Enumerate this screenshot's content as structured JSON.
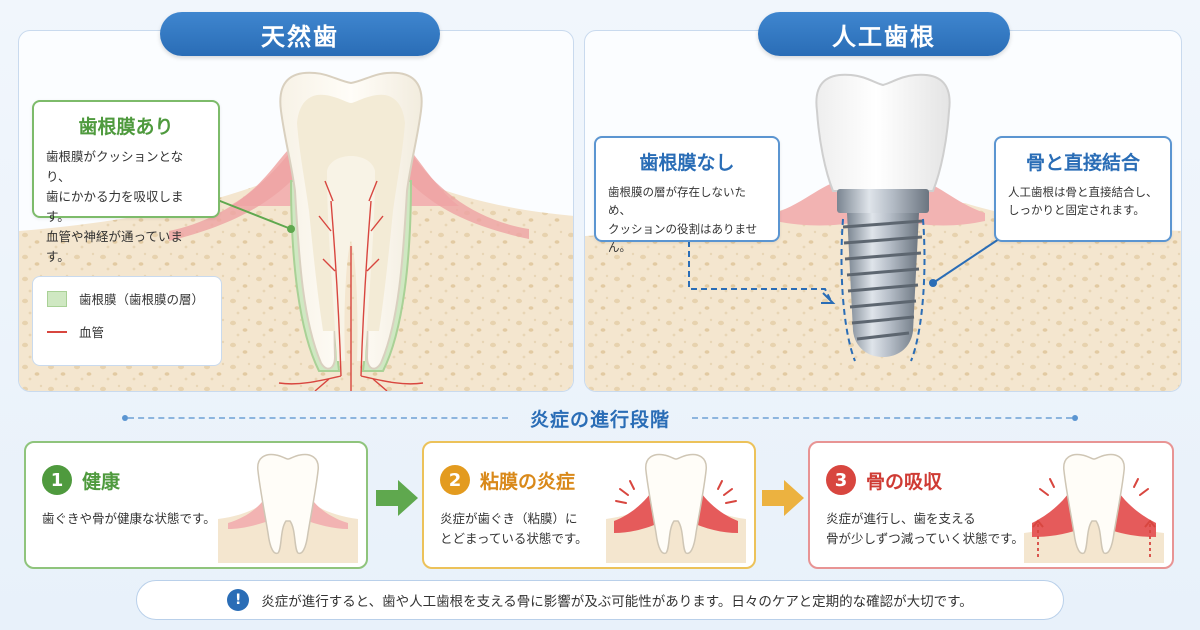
{
  "natural_tooth": {
    "title": "天然歯",
    "callout": {
      "title": "歯根膜あり",
      "body": "歯根膜がクッションとなり、\n歯にかかる力を吸収します。\n血管や神経が通っています。"
    },
    "legend": [
      {
        "label": "歯根膜（歯根膜の層）",
        "color": "#cfe8c2"
      },
      {
        "label": "血管",
        "color": "#d8463f"
      }
    ]
  },
  "implant": {
    "title": "人工歯根",
    "callout_left": {
      "title": "歯根膜なし",
      "body": "歯根膜の層が存在しないため、\nクッションの役割はありません。"
    },
    "callout_right": {
      "title": "骨と直接結合",
      "body": "人工歯根は骨と直接結合し、\nしっかりと固定されます。"
    }
  },
  "stages_heading": "炎症の進行段階",
  "stages": [
    {
      "number": "1",
      "title": "健康",
      "body": "歯ぐきや骨が健康な状態です。",
      "color": "#4f9a3e"
    },
    {
      "number": "2",
      "title": "粘膜の炎症",
      "body": "炎症が歯ぐき（粘膜）に\nとどまっている状態です。",
      "color": "#e39b1f"
    },
    {
      "number": "3",
      "title": "骨の吸収",
      "body": "炎症が進行し、歯を支える\n骨が少しずつ減っていく状態です。",
      "color": "#d8463f"
    }
  ],
  "note": {
    "icon": "info-icon",
    "text": "炎症が進行すると、歯や人工歯根を支える骨に影響が及ぶ可能性があります。日々のケアと定期的な確認が大切です。"
  }
}
